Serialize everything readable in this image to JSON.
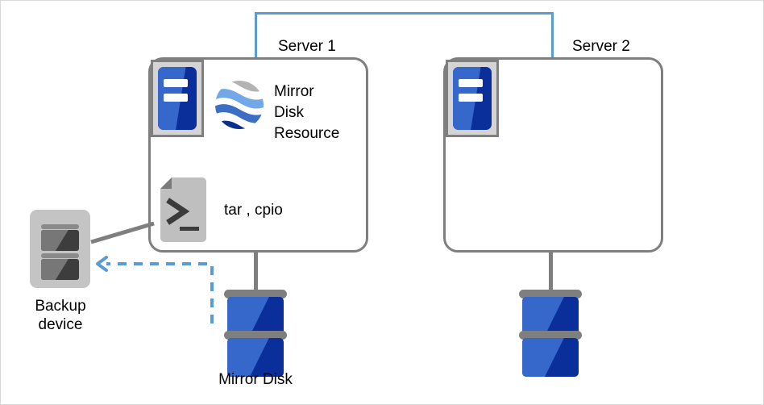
{
  "diagram": {
    "title": "Mirror disk backup topology",
    "colors": {
      "link_blue": "#5b9bd5",
      "outline_gray": "#7f7f7f",
      "disk_blue_light": "#3668cb",
      "disk_blue_dark": "#0a2f9b",
      "device_gray": "#c4c4c4"
    }
  },
  "servers": [
    {
      "label": "Server 1",
      "icon_name": "server-chassis-icon",
      "resources": [
        {
          "icon_name": "globe-icon",
          "label": "Mirror\nDisk\nResource"
        },
        {
          "icon_name": "script-document-icon",
          "label": "tar , cpio"
        }
      ],
      "disk": {
        "icon_name": "disk-stack-icon",
        "label": "Mirror Disk"
      }
    },
    {
      "label": "Server 2",
      "icon_name": "server-chassis-icon",
      "resources": [],
      "disk": {
        "icon_name": "disk-stack-icon",
        "label": ""
      }
    }
  ],
  "backup": {
    "icon_name": "backup-device-icon",
    "label": "Backup\ndevice"
  },
  "connections": {
    "interconnect_name": "server-interconnect-link",
    "backup_flow_name": "backup-data-flow-arrow",
    "script_link_name": "script-to-backup-link"
  }
}
